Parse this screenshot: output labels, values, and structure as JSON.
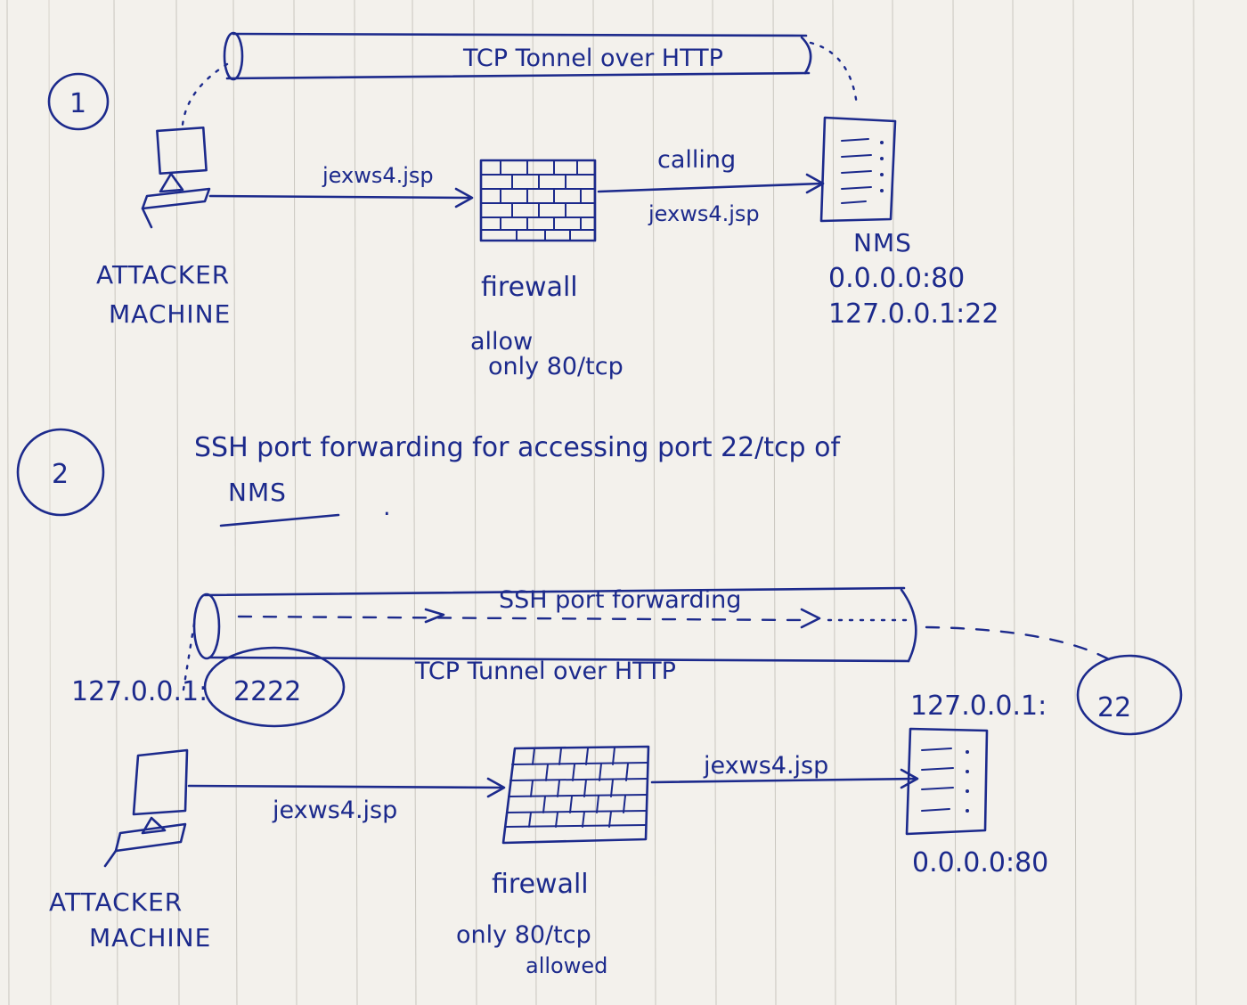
{
  "step1": {
    "number": "1",
    "tunnel_label": "TCP Tonnel over HTTP",
    "attacker_label_line1": "ATTACKER",
    "attacker_label_line2": "MACHINE",
    "request_label": "jexws4.jsp",
    "firewall_label": "firewall",
    "firewall_note_line1": "allow",
    "firewall_note_line2": "only 80/tcp",
    "calling_label_line1": "calling",
    "calling_label_line2": "jexws4.jsp",
    "nms_label": "NMS",
    "nms_bind1": "0.0.0.0:80",
    "nms_bind2": "127.0.0.1:22"
  },
  "step2": {
    "number": "2",
    "heading": "SSH port forwarding for accessing port 22/tcp of",
    "heading_cont": "NMS",
    "heading_end": ".",
    "ssh_label": "SSH port forwarding",
    "tunnel_label": "TCP Tunnel over HTTP",
    "local_addr": "127.0.0.1:",
    "local_port": "2222",
    "remote_addr": "127.0.0.1:",
    "remote_port": "22",
    "request_label_left": "jexws4.jsp",
    "request_label_right": "jexws4.jsp",
    "attacker_label_line1": "ATTACKER",
    "attacker_label_line2": "MACHINE",
    "firewall_label": "firewall",
    "firewall_note_line1": "only 80/tcp",
    "firewall_note_line2": "allowed",
    "nms_bind": "0.0.0.0:80"
  },
  "colors": {
    "ink": "#1c2a8c",
    "paper": "#f3f1ec"
  }
}
